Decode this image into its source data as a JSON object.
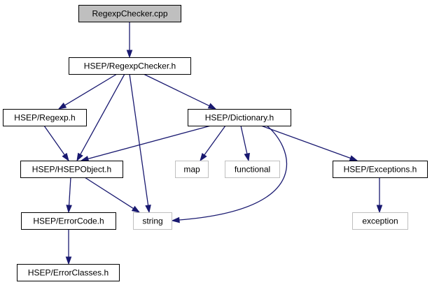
{
  "graph": {
    "colors": {
      "edge": "#191970",
      "node_border": "#000000",
      "external_border": "#bfbfbf",
      "root_fill": "#bfbfbf"
    },
    "nodes": [
      {
        "id": "regexpchecker-cpp",
        "label": "RegexpChecker.cpp",
        "kind": "root"
      },
      {
        "id": "regexpchecker-h",
        "label": "HSEP/RegexpChecker.h",
        "kind": "local"
      },
      {
        "id": "regexp-h",
        "label": "HSEP/Regexp.h",
        "kind": "local"
      },
      {
        "id": "dictionary-h",
        "label": "HSEP/Dictionary.h",
        "kind": "local"
      },
      {
        "id": "hsepobject-h",
        "label": "HSEP/HSEPObject.h",
        "kind": "local"
      },
      {
        "id": "map",
        "label": "map",
        "kind": "external"
      },
      {
        "id": "functional",
        "label": "functional",
        "kind": "external"
      },
      {
        "id": "exceptions-h",
        "label": "HSEP/Exceptions.h",
        "kind": "local"
      },
      {
        "id": "errorcode-h",
        "label": "HSEP/ErrorCode.h",
        "kind": "local"
      },
      {
        "id": "string",
        "label": "string",
        "kind": "external"
      },
      {
        "id": "exception",
        "label": "exception",
        "kind": "external"
      },
      {
        "id": "errorclasses-h",
        "label": "HSEP/ErrorClasses.h",
        "kind": "local"
      }
    ],
    "edges": [
      {
        "from": "regexpchecker-cpp",
        "to": "regexpchecker-h"
      },
      {
        "from": "regexpchecker-h",
        "to": "regexp-h"
      },
      {
        "from": "regexpchecker-h",
        "to": "hsepobject-h"
      },
      {
        "from": "regexpchecker-h",
        "to": "string"
      },
      {
        "from": "regexpchecker-h",
        "to": "dictionary-h"
      },
      {
        "from": "regexp-h",
        "to": "hsepobject-h"
      },
      {
        "from": "dictionary-h",
        "to": "hsepobject-h"
      },
      {
        "from": "dictionary-h",
        "to": "map"
      },
      {
        "from": "dictionary-h",
        "to": "functional"
      },
      {
        "from": "dictionary-h",
        "to": "string"
      },
      {
        "from": "dictionary-h",
        "to": "exceptions-h"
      },
      {
        "from": "hsepobject-h",
        "to": "errorcode-h"
      },
      {
        "from": "hsepobject-h",
        "to": "string"
      },
      {
        "from": "exceptions-h",
        "to": "exception"
      },
      {
        "from": "errorcode-h",
        "to": "errorclasses-h"
      }
    ]
  }
}
